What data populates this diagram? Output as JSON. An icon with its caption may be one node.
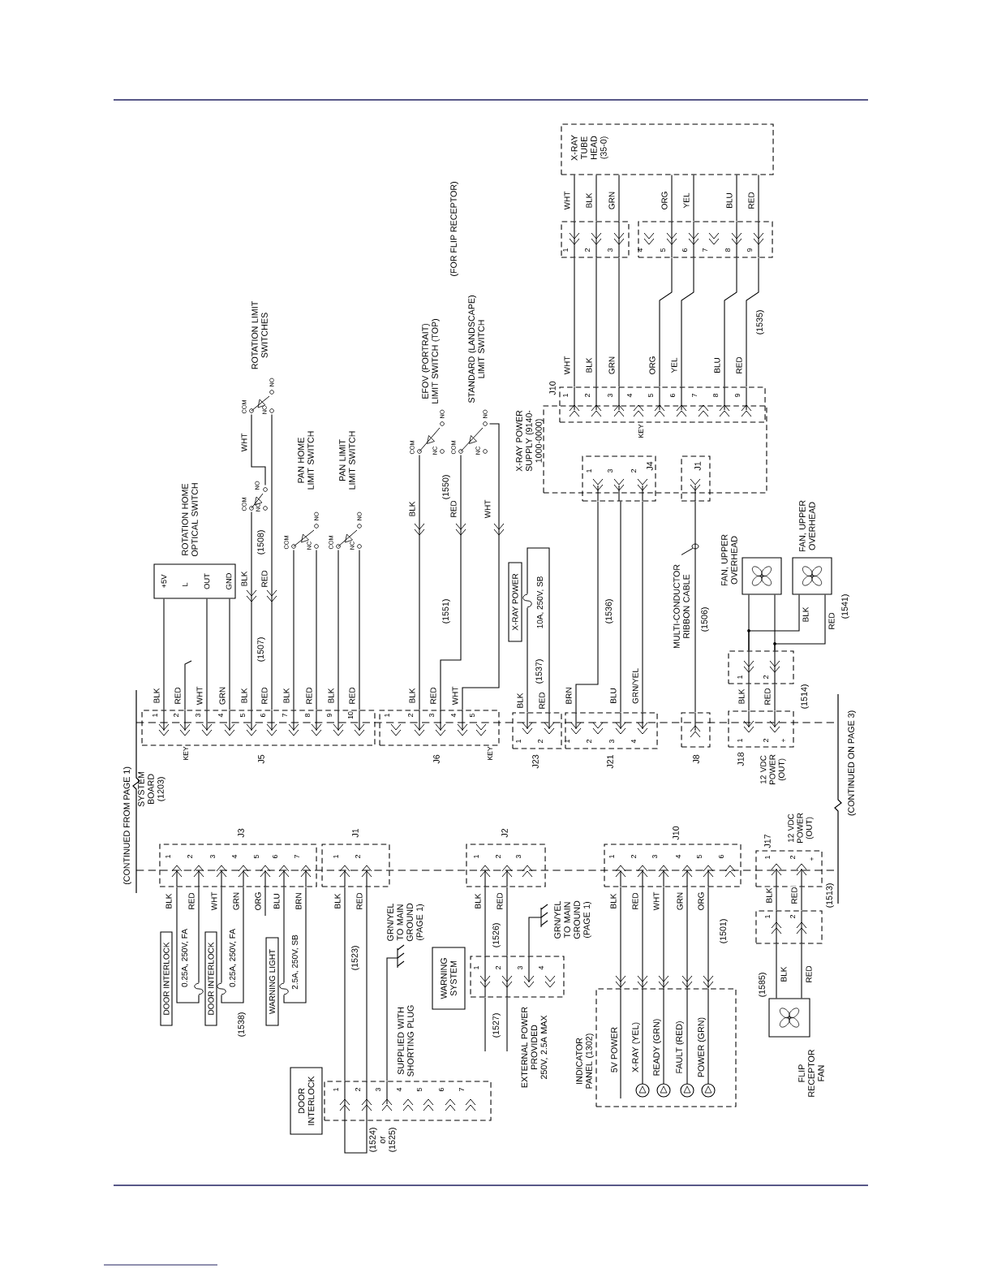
{
  "diagram": {
    "nodes": [
      {
        "text": [
          "J5",
          "1",
          "2",
          "3",
          "4",
          "5",
          "6",
          "7",
          "8",
          "9",
          "10",
          "KEY"
        ]
      },
      {
        "text": [
          "J6",
          "1",
          "2",
          "3",
          "4",
          "5",
          "KEY"
        ]
      },
      {
        "text": [
          "J23",
          "1",
          "2"
        ]
      },
      {
        "text": [
          "J21",
          "1",
          "2",
          "3",
          "4"
        ]
      },
      {
        "text": [
          "J8"
        ]
      },
      {
        "text": [
          "J18",
          "1",
          "2",
          "+"
        ],
        "beside": [
          "12 VDC POWER (OUT)"
        ]
      },
      {
        "text": [
          "J3",
          "1",
          "2",
          "3",
          "4",
          "5",
          "6",
          "7"
        ]
      },
      {
        "text": [
          "J1",
          "1",
          "2"
        ]
      },
      {
        "text": [
          "J2",
          "1",
          "2",
          "3"
        ]
      },
      {
        "text": [
          "J10",
          "1",
          "2",
          "3",
          "4",
          "5",
          "6"
        ]
      },
      {
        "text": [
          "J17",
          "1",
          "2",
          "+"
        ],
        "beside": [
          "12 VDC POWER (OUT)"
        ]
      },
      {
        "text": [
          "ROTATION HOME OPTICAL SWITCH",
          "+5V",
          "L",
          "OUT",
          "GND"
        ]
      },
      {
        "text": [
          "COM",
          "NO",
          "NC"
        ]
      },
      {
        "text": [
          "ROTATION LIMIT SWITCHES",
          "COM",
          "NO",
          "NC"
        ]
      },
      {
        "text": [
          "PAN HOME LIMIT SWITCH",
          "COM",
          "NO",
          "NC"
        ]
      },
      {
        "text": [
          "PAN LIMIT LIMIT SWITCH",
          "COM",
          "NO",
          "NC"
        ]
      },
      {
        "text": [
          "EFOV (PORTRAIT) LIMIT SWITCH (TOP)",
          "COM",
          "NO",
          "NC"
        ]
      },
      {
        "text": [
          "STANDARD (LANDSCAPE) LIMIT SWITCH",
          "COM",
          "NO",
          "NC"
        ]
      },
      {
        "text": [
          "FAN, UPPER OVERHEAD"
        ]
      },
      {
        "text": [
          "FAN, UPPER OVERHEAD"
        ]
      },
      {
        "text": [
          "FLIP RECEPTOR FAN"
        ]
      },
      {
        "text": [
          "INDICATOR PANEL (1302)",
          "5V POWER",
          "X-RAY (YEL)",
          "READY (GRN)",
          "FAULT (RED)",
          "POWER (GRN)"
        ]
      },
      {
        "text": [
          "X-RAY POWER SUPPLY (9140-1000-0000)"
        ]
      },
      {
        "text": [
          "J10",
          "1",
          "2",
          "3",
          "4",
          "5",
          "6",
          "7",
          "8",
          "9",
          "KEY"
        ]
      },
      {
        "text": [
          "J4",
          "1",
          "3",
          "2"
        ]
      },
      {
        "text": [
          "J1"
        ]
      },
      {
        "text": [
          "X-RAY TUBE HEAD (35-0)"
        ]
      },
      {
        "text": [
          "1",
          "2",
          "3"
        ]
      },
      {
        "text": [
          "4",
          "5",
          "6",
          "7",
          "8",
          "9"
        ]
      },
      {
        "text": [
          "1",
          "2"
        ]
      },
      {
        "text": [
          "1",
          "2"
        ]
      },
      {
        "text": [
          "1",
          "2",
          "3",
          "4",
          "5",
          "6",
          "7"
        ]
      },
      {
        "text": [
          "DOOR INTERLOCK"
        ]
      },
      {
        "text": [
          "1",
          "2",
          "3",
          "4"
        ]
      },
      {
        "text": [
          "WARNING SYSTEM"
        ]
      },
      {
        "text": [
          "X-RAY POWER"
        ]
      },
      {
        "text": [
          "DOOR INTERLOCK"
        ]
      },
      {
        "text": [
          "DOOR INTERLOCK"
        ]
      },
      {
        "text": [
          "WARNING LIGHT"
        ]
      },
      {
        "text": [
          "10A, 250V, SB"
        ]
      },
      {
        "text": [
          "0.25A, 250V, FA"
        ]
      },
      {
        "text": [
          "0.25A, 250V, FA"
        ]
      },
      {
        "text": [
          "2.5A, 250V, SB"
        ]
      },
      {
        "text": [
          "MULTI-CONDUCTOR RIBBON CABLE"
        ]
      },
      {
        "text": [],
        "shape": "circle"
      }
    ],
    "edges": [
      {
        "from": 0,
        "to": 11,
        "arrow": "none",
        "label": "BLK"
      },
      {
        "from": 0,
        "to": null,
        "arrow": "none",
        "label": "RED"
      },
      {
        "from": 0,
        "to": 11,
        "arrow": "none",
        "label": "WHT"
      },
      {
        "from": 0,
        "to": 11,
        "arrow": "none",
        "label": "GRN"
      },
      {
        "from": 12,
        "to": 0,
        "arrow": "to",
        "label": "BLK"
      },
      {
        "from": 13,
        "to": 0,
        "arrow": "to",
        "label": "RED"
      },
      {
        "from": 12,
        "to": 13,
        "arrow": "none",
        "label": "WHT"
      },
      {
        "from": 0,
        "to": 14,
        "arrow": "none",
        "label": "BLK"
      },
      {
        "from": 0,
        "to": 14,
        "arrow": "none",
        "label": "RED"
      },
      {
        "from": 0,
        "to": 15,
        "arrow": "none",
        "label": "BLK"
      },
      {
        "from": 0,
        "to": 15,
        "arrow": "none",
        "label": "RED"
      },
      {
        "from": 16,
        "to": 1,
        "arrow": "to",
        "label": "BLK"
      },
      {
        "from": 17,
        "to": 1,
        "arrow": "to",
        "label": "RED"
      },
      {
        "from": 17,
        "to": 1,
        "arrow": "to",
        "label": "WHT"
      },
      {
        "from": 2,
        "to": 39,
        "arrow": "none",
        "label": "BLK"
      },
      {
        "from": 39,
        "to": 2,
        "arrow": "none",
        "label": "RED"
      },
      {
        "from": 3,
        "to": 24,
        "arrow": "none",
        "label": "BRN"
      },
      {
        "from": 3,
        "to": 24,
        "arrow": "none",
        "label": "BLU"
      },
      {
        "from": 3,
        "to": 24,
        "arrow": "none",
        "label": "GRN/YEL"
      },
      {
        "from": 4,
        "to": 25,
        "arrow": "none"
      },
      {
        "from": 5,
        "to": 29,
        "arrow": "none",
        "label": "BLK"
      },
      {
        "from": 5,
        "to": 29,
        "arrow": "none",
        "label": "RED"
      },
      {
        "from": 29,
        "to": 18,
        "arrow": "none"
      },
      {
        "from": 29,
        "to": 18,
        "arrow": "none"
      },
      {
        "from": 29,
        "to": 19,
        "arrow": "none",
        "label": "BLK"
      },
      {
        "from": 29,
        "to": 19,
        "arrow": "none",
        "label": "RED"
      },
      {
        "from": 6,
        "to": 40,
        "arrow": "none",
        "label": "BLK"
      },
      {
        "from": 40,
        "to": 6,
        "arrow": "none",
        "label": "RED"
      },
      {
        "from": 6,
        "to": 41,
        "arrow": "none",
        "label": "WHT"
      },
      {
        "from": 41,
        "to": 6,
        "arrow": "none",
        "label": "GRN"
      },
      {
        "from": 6,
        "to": null,
        "arrow": "none",
        "label": "ORG"
      },
      {
        "from": 6,
        "to": 42,
        "arrow": "none",
        "label": "BLU"
      },
      {
        "from": 42,
        "to": 6,
        "arrow": "none",
        "label": "BRN"
      },
      {
        "from": 7,
        "to": 31,
        "arrow": "none",
        "label": "BLK"
      },
      {
        "from": 7,
        "to": 31,
        "arrow": "none",
        "label": "RED"
      },
      {
        "from": 31,
        "to": null,
        "arrow": "none"
      },
      {
        "from": 8,
        "to": 33,
        "arrow": "none",
        "label": "BLK"
      },
      {
        "from": 8,
        "to": 33,
        "arrow": "none",
        "label": "RED"
      },
      {
        "from": 33,
        "to": null,
        "arrow": "none"
      },
      {
        "from": 33,
        "to": null,
        "arrow": "none"
      },
      {
        "from": 33,
        "to": null,
        "arrow": "none"
      },
      {
        "from": 9,
        "to": 21,
        "arrow": "to",
        "label": "BLK"
      },
      {
        "from": 9,
        "to": 21,
        "arrow": "to",
        "label": "RED"
      },
      {
        "from": 9,
        "to": 21,
        "arrow": "to",
        "label": "WHT"
      },
      {
        "from": 9,
        "to": 21,
        "arrow": "to",
        "label": "GRN"
      },
      {
        "from": 9,
        "to": 21,
        "arrow": "to",
        "label": "ORG"
      },
      {
        "from": 10,
        "to": 30,
        "arrow": "none",
        "label": "BLK"
      },
      {
        "from": 10,
        "to": 30,
        "arrow": "none",
        "label": "RED"
      },
      {
        "from": 30,
        "to": 20,
        "arrow": "none",
        "label": "BLK"
      },
      {
        "from": 30,
        "to": 20,
        "arrow": "none",
        "label": "RED"
      },
      {
        "from": 23,
        "to": 27,
        "arrow": "none",
        "label": "WHT"
      },
      {
        "from": 23,
        "to": 27,
        "arrow": "none",
        "label": "BLK"
      },
      {
        "from": 23,
        "to": 27,
        "arrow": "none",
        "label": "GRN"
      },
      {
        "from": 23,
        "to": 28,
        "arrow": "none",
        "label": "ORG"
      },
      {
        "from": 23,
        "to": 28,
        "arrow": "none",
        "label": "YEL"
      },
      {
        "from": 23,
        "to": 28,
        "arrow": "none",
        "label": "BLU"
      },
      {
        "from": 23,
        "to": 28,
        "arrow": "none",
        "label": "RED"
      },
      {
        "from": 27,
        "to": 26,
        "arrow": "none",
        "label": "WHT"
      },
      {
        "from": 27,
        "to": 26,
        "arrow": "none",
        "label": "BLK"
      },
      {
        "from": 27,
        "to": 26,
        "arrow": "none",
        "label": "GRN"
      },
      {
        "from": 28,
        "to": 26,
        "arrow": "none",
        "label": "ORG"
      },
      {
        "from": 28,
        "to": 26,
        "arrow": "none",
        "label": "YEL"
      },
      {
        "from": 28,
        "to": 26,
        "arrow": "none",
        "label": "BLU"
      },
      {
        "from": 28,
        "to": 26,
        "arrow": "none",
        "label": "RED"
      },
      {
        "from": 43,
        "to": 44,
        "arrow": "none"
      }
    ],
    "labels": [
      "(CONTINUED FROM PAGE 1)",
      "SYSTEM BOARD (1203)",
      "(CONTINUED ON PAGE 3)",
      "(1507)",
      "(1508)",
      "BLK",
      "RED",
      "(1551)",
      "(1550)",
      "BLK",
      "RED",
      "WHT",
      "(FOR FLIP RECEPTOR)",
      "(1537)",
      "(1536)",
      "(1506)",
      "(1514)",
      "(1541)",
      "(1535)",
      "(1538)",
      "(1523)",
      "(1524) or (1525)",
      "GRN/YEL TO MAIN GROUND (PAGE 1)",
      "SUPPLIED WITH SHORTING PLUG",
      "(1526)",
      "(1527)",
      "EXTERNAL POWER PROVIDED 250V, 2.5A MAX",
      "GRN/YEL TO MAIN GROUND (PAGE 1)",
      "(1501)",
      "(1513)",
      "(1585)"
    ]
  }
}
